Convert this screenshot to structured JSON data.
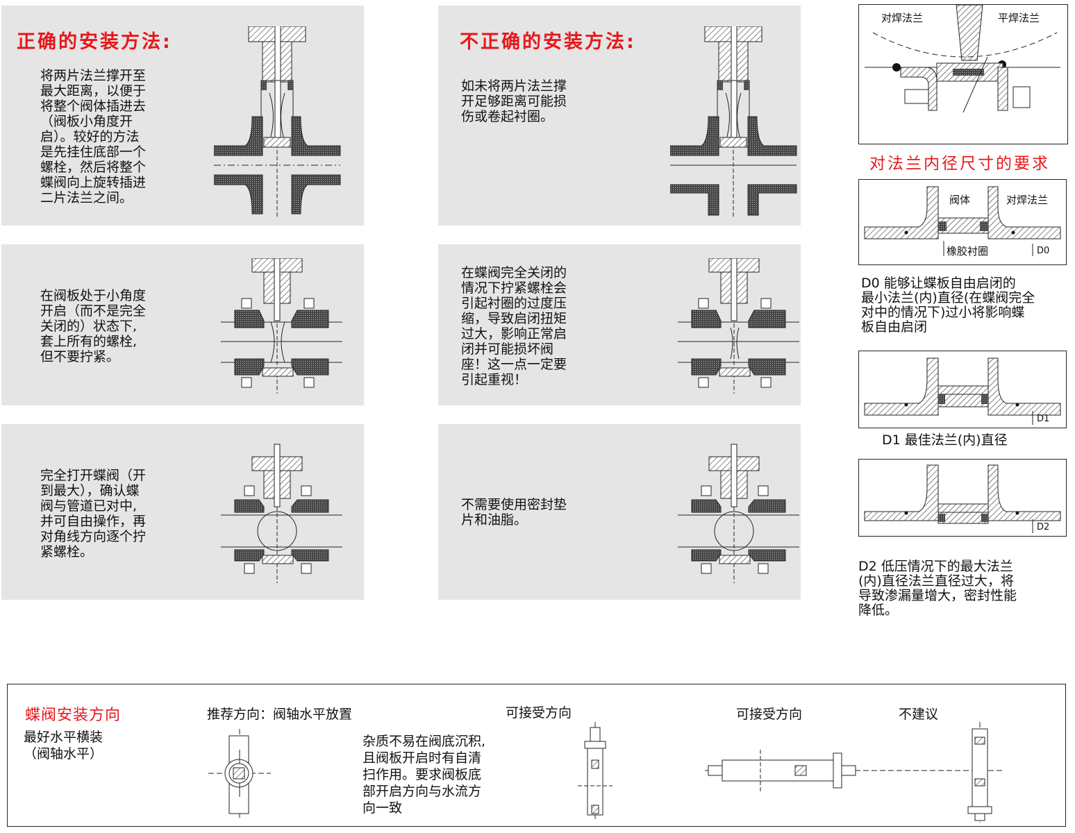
{
  "left_col": {
    "correct_title": "正确的安装方法:",
    "correct_texts": [
      "将两片法兰撑开至\n最大距离，以便于\n将整个阀体插进去\n（阀板小角度开\n启）。较好的方法\n是先挂住底部一个\n螺栓，然后将整个\n蝶阀向上旋转插进\n二片法兰之间。",
      "在阀板处于小角度\n开启（而不是完全\n关闭的）状态下,\n套上所有的螺栓,\n但不要拧紧。",
      "完全打开蝶阀（开\n到最大），确认蝶\n阀与管道已对中,\n并可自由操作，再\n对角线方向逐个拧\n紧螺栓。"
    ]
  },
  "mid_col": {
    "incorrect_title": "不正确的安装方法:",
    "incorrect_texts": [
      "如未将两片法兰撑\n开足够距离可能损\n伤或卷起衬圈。",
      "在蝶阀完全关闭的\n情况下拧紧螺栓会\n引起衬圈的过度压\n缩，导致启闭扭矩\n过大，影响正常启\n闭并可能损坏阀\n座！这一点一定要\n引起重视！",
      "不需要使用密封垫\n片和油脂。"
    ]
  },
  "right_col": {
    "top_box": {
      "label_left": "对焊法兰",
      "label_right": "平焊法兰"
    },
    "requirement_title": "对法兰内径尺寸的要求",
    "box_d0": {
      "label_body": "阀体",
      "label_flange": "对焊法兰",
      "label_liner": "橡胶衬圈",
      "label_d": "D0"
    },
    "note_d0": "D0  能够让蝶板自由启闭的\n最小法兰(内)直径(在蝶阀完全\n对中的情况下)过小将影响蝶\n板自由启闭",
    "box_d1": {
      "label_d": "D1"
    },
    "note_d1": "D1  最佳法兰(内)直径",
    "box_d2": {
      "label_d": "D2"
    },
    "note_d2": "D2  低压情况下的最大法兰\n(内)直径法兰直径过大，将\n导致渗漏量增大，密封性能\n降低。"
  },
  "bottom": {
    "title": "蝶阀安装方向",
    "subtitle": "最好水平横装\n（阀轴水平）",
    "recommended": "推荐方向：阀轴水平放置",
    "recommended_note": "杂质不易在阀底沉积,\n且阀板开启时有自清\n扫作用。要求阀板底\n部开启方向与水流方\n向一致",
    "acceptable_1": "可接受方向",
    "acceptable_2": "可接受方向",
    "not_recommended": "不建议"
  },
  "colors": {
    "accent_red": "#e8161b",
    "panel_gray": "#e5e5e5",
    "hatch": "#333333"
  }
}
